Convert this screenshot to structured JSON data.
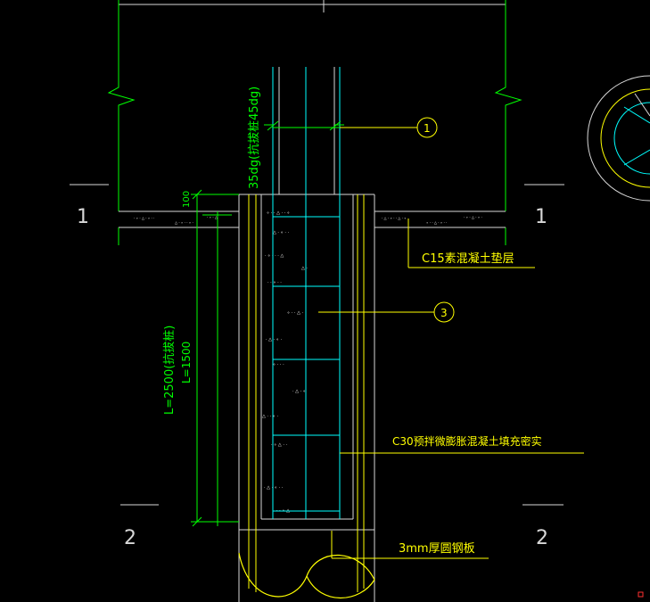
{
  "drawing": {
    "section_marks": {
      "left_1": "1",
      "right_1": "1",
      "left_2": "2",
      "right_2": "2"
    },
    "callouts": {
      "callout_1": "1",
      "callout_3": "3"
    },
    "labels": {
      "anchor_length": "35dg(抗拔桩45dg)",
      "dim_top": "100",
      "pile_length": "L=2500(抗拔桩)",
      "pile_length_short": "L=1500",
      "c15_layer": "C15素混凝土垫层",
      "c30_fill": "C30预拌微膨胀混凝土填充密实",
      "steel_plate": "3mm厚圆钢板"
    },
    "colors": {
      "frame": "#d8d8d8",
      "green": "#00ff00",
      "yellow": "#ffff00",
      "cyan": "#00ffff",
      "concrete_fill": "#ffffff",
      "background": "#000000"
    }
  }
}
